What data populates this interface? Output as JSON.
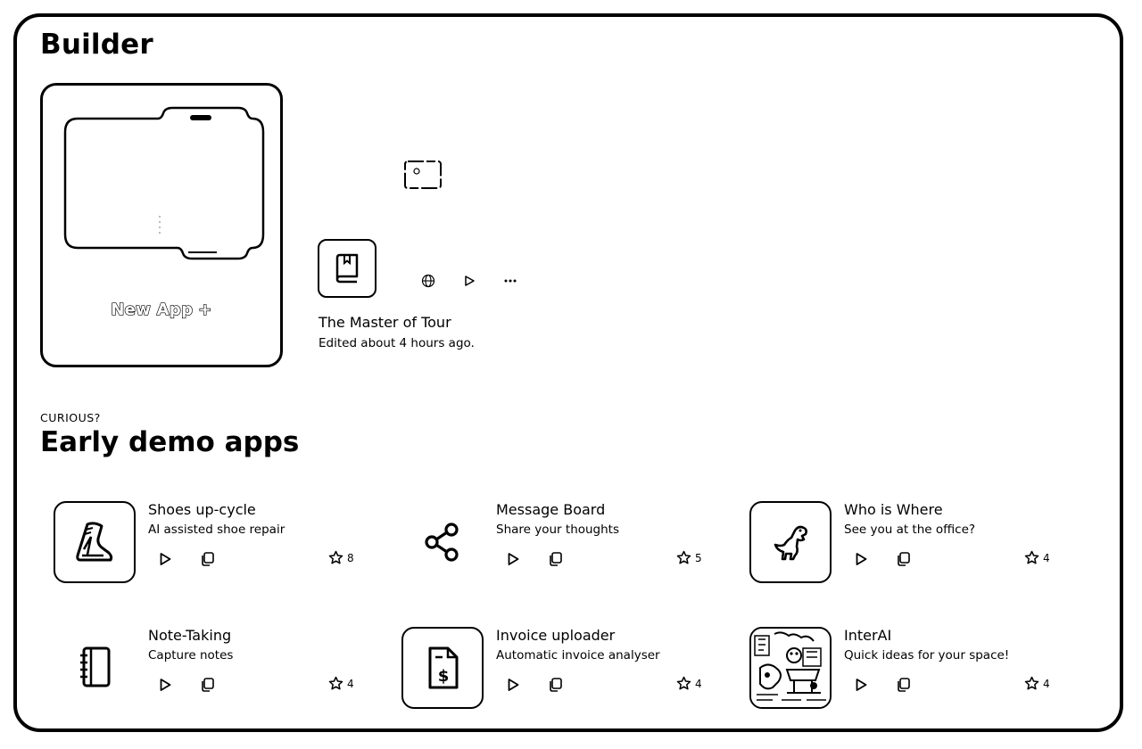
{
  "builder": {
    "title": "Builder",
    "new_app_label": "New App",
    "new_app_plus": "+"
  },
  "project": {
    "title": "The Master of Tour",
    "subtitle": "Edited about 4 hours ago.",
    "icon": "book-icon",
    "actions": [
      "globe-icon",
      "play-icon",
      "more-icon"
    ]
  },
  "demo": {
    "kicker": "CURIOUS?",
    "title": "Early demo apps",
    "apps": [
      {
        "title": "Shoes up-cycle",
        "desc": "AI assisted shoe repair",
        "stars": "8",
        "icon": "shoe-icon"
      },
      {
        "title": "Message Board",
        "desc": "Share your thoughts",
        "stars": "5",
        "icon": "share-icon"
      },
      {
        "title": "Who is Where",
        "desc": "See you at the office?",
        "stars": "4",
        "icon": "dinosaur-icon"
      },
      {
        "title": "Note-Taking",
        "desc": "Capture notes",
        "stars": "4",
        "icon": "notebook-icon"
      },
      {
        "title": "Invoice uploader",
        "desc": "Automatic invoice analyser",
        "stars": "4",
        "icon": "invoice-icon"
      },
      {
        "title": "InterAI",
        "desc": "Quick ideas for your space!",
        "stars": "4",
        "icon": "illustration-icon"
      }
    ]
  }
}
